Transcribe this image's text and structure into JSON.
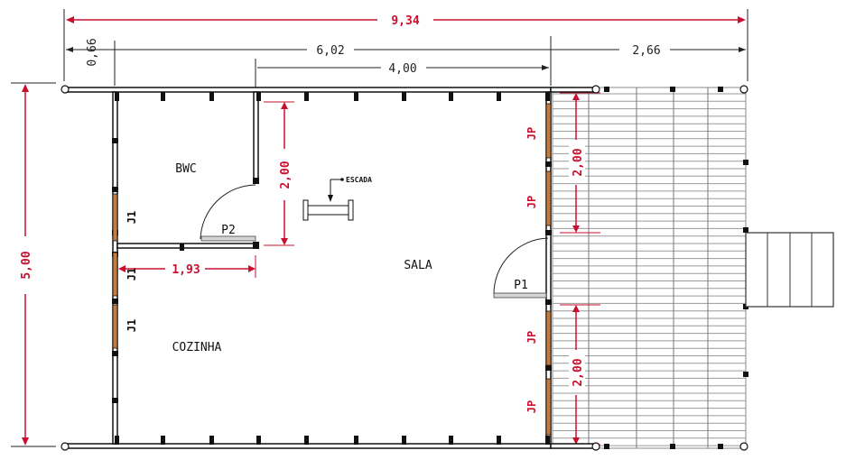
{
  "dimensions": {
    "total_width": "9,34",
    "left_offset": "0,66",
    "house_width": "6,02",
    "interior_width": "4,00",
    "deck_width": "2,66",
    "total_height": "5,00",
    "bwc_height": "2,00",
    "bwc_width": "1,93",
    "deck_upper_height": "2,00",
    "deck_lower_height": "2,00"
  },
  "rooms": {
    "bwc": "BWC",
    "sala": "SALA",
    "cozinha": "COZINHA"
  },
  "labels": {
    "escada": "ESCADA",
    "door_p1": "P1",
    "door_p2": "P2",
    "window_j1": "J1",
    "window_jp": "JP"
  },
  "colors": {
    "dimension": "#c8102e",
    "wall": "#111111",
    "window": "#c87a3a"
  }
}
